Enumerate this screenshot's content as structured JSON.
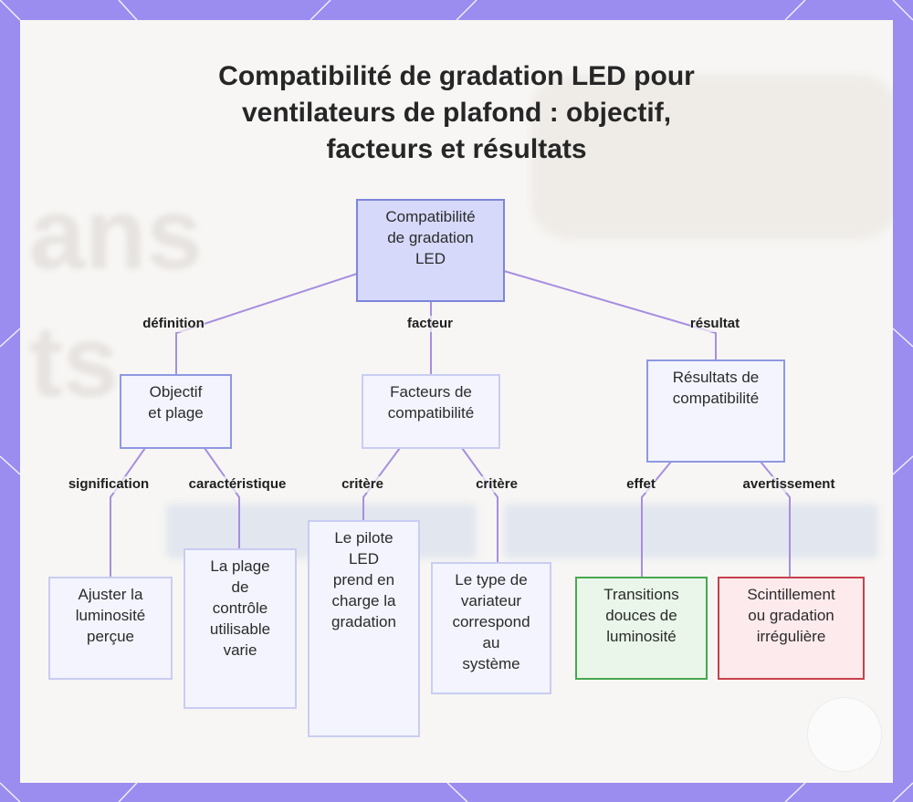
{
  "title_lines": [
    "Compatibilité de gradation LED pour",
    "ventilateurs de plafond : objectif,",
    "facteurs et résultats"
  ],
  "nodes": {
    "root": [
      "Compatibilité",
      "de gradation",
      "LED"
    ],
    "objective": [
      "Objectif",
      "et plage"
    ],
    "factors": [
      "Facteurs de",
      "compatibilité"
    ],
    "results": [
      "Résultats de",
      "compatibilité"
    ],
    "adjust": [
      "Ajuster la",
      "luminosité",
      "perçue"
    ],
    "range": [
      "La plage",
      "de",
      "contrôle",
      "utilisable",
      "varie"
    ],
    "driver": [
      "Le pilote",
      "LED",
      "prend en",
      "charge la",
      "gradation"
    ],
    "dimmer": [
      "Le type de",
      "variateur",
      "correspond",
      "au",
      "système"
    ],
    "smooth": [
      "Transitions",
      "douces de",
      "luminosité"
    ],
    "flicker": [
      "Scintillement",
      "ou gradation",
      "irrégulière"
    ]
  },
  "edge_labels": {
    "definition": "définition",
    "factor": "facteur",
    "result": "résultat",
    "meaning": "signification",
    "characteristic": "caractéristique",
    "criterion1": "critère",
    "criterion2": "critère",
    "effect": "effet",
    "warning": "avertissement"
  },
  "colors": {
    "frame": "#9b8cf0",
    "edge": "#a78ee0",
    "root_fill": "#d6d9fa",
    "node_fill": "#f3f4fd",
    "positive_border": "#46a84f",
    "negative_border": "#c7414c"
  }
}
